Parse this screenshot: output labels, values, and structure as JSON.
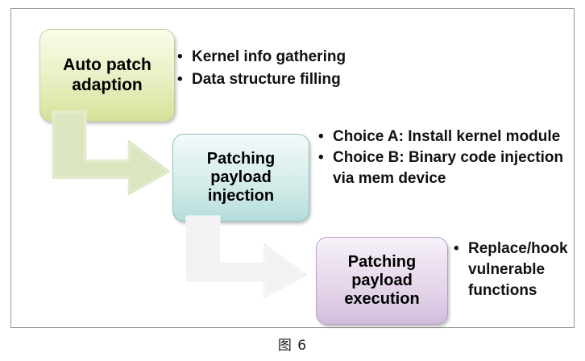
{
  "figure": {
    "caption": "图 6",
    "border_color": "#9a9a9a",
    "background": "#ffffff"
  },
  "diagram": {
    "type": "flowchart",
    "orientation": "top-left to bottom-right cascade",
    "steps": [
      {
        "id": "auto-patch-adaption",
        "label": "Auto patch adaption",
        "label_lines": [
          "Auto patch",
          "adaption"
        ],
        "fill_top": "#fbfde9",
        "fill_bottom": "#d3e096",
        "border_color": "#c3cf9b",
        "bullets": [
          "Kernel info gathering",
          "Data structure filling"
        ]
      },
      {
        "id": "patching-payload-injection",
        "label": "Patching payload injection",
        "label_lines": [
          "Patching",
          "payload",
          "injection"
        ],
        "fill_top": "#f3fafa",
        "fill_bottom": "#b3dcd8",
        "border_color": "#8fc2c2",
        "bullets": [
          "Choice A: Install kernel module",
          "Choice B: Binary code injection via mem device"
        ]
      },
      {
        "id": "patching-payload-execution",
        "label": "Patching payload execution",
        "label_lines": [
          "Patching",
          "payload",
          "execution"
        ],
        "fill_top": "#f7f2f9",
        "fill_bottom": "#d0bbdc",
        "border_color": "#b79ec6",
        "bullets": [
          "Replace/hook vulnerable functions"
        ]
      }
    ],
    "connectors": [
      {
        "id": "arrow-adaption-to-injection",
        "from": "auto-patch-adaption",
        "to": "patching-payload-injection",
        "shape": "elbow-down-right",
        "fill": "#d9e6bf",
        "border_color": "#eef3e2"
      },
      {
        "id": "arrow-injection-to-execution",
        "from": "patching-payload-injection",
        "to": "patching-payload-execution",
        "shape": "elbow-down-right",
        "fill": "#f2f1f4",
        "border_color": "#ffffff"
      }
    ]
  }
}
